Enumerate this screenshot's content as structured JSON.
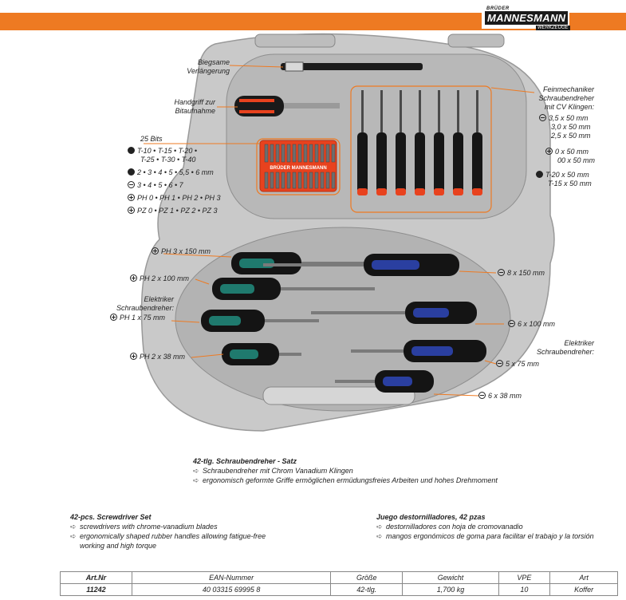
{
  "brand": {
    "small": "BRÜDER",
    "main": "MANNESMANN",
    "tag": "WERKZEUGE"
  },
  "tray_labels": {
    "bits_label": "BRÜDER MANNESMANN"
  },
  "callouts": {
    "biegsame": [
      "Biegsame",
      "Verlängerung"
    ],
    "handgriff": [
      "Handgriff zur",
      "Bitaufnahme"
    ],
    "bits_title": "25 Bits",
    "bits_torx": [
      "T-10 • T-15 • T-20 •",
      "T-25 • T-30 • T-40"
    ],
    "bits_hex": "2 • 3 • 4 • 5 • 5,5 • 6 mm",
    "bits_slot": "3  •  4  •  5  •  6  •  7",
    "bits_ph": "PH 0  •  PH 1  •  PH 2  •  PH 3",
    "bits_pz": "PZ 0  •  PZ 1  •  PZ 2  •  PZ 3",
    "feinmech": [
      "Feinmechaniker",
      "Schraubendreher",
      "mit CV Klingen:"
    ],
    "fm_slot": [
      "3,5 x 50 mm",
      "3,0 x 50 mm",
      "2,5 x 50 mm"
    ],
    "fm_ph": [
      "0 x 50 mm",
      "00 x 50 mm"
    ],
    "fm_torx": [
      "T-20 x 50 mm",
      "T-15 x 50 mm"
    ],
    "ph3": "PH 3 x 150 mm",
    "ph2_100": "PH 2 x 100 mm",
    "elektriker_left": [
      "Elektriker",
      "Schraubendreher:"
    ],
    "ph1": "PH 1 x 75 mm",
    "ph2_38": "PH 2 x 38 mm",
    "s8": "8 x 150 mm",
    "s6_100": "6 x 100 mm",
    "elektriker_right": [
      "Elektriker",
      "Schraubendreher:"
    ],
    "s5": "5 x 75 mm",
    "s6_38": "6 x 38 mm"
  },
  "german": {
    "title": "42-tlg. Schraubendreher - Satz",
    "bullets": [
      "Schraubendreher mit Chrom Vanadium Klingen",
      "ergonomisch geformte Griffe ermöglichen ermüdungsfreies Arbeiten und hohes Drehmoment"
    ]
  },
  "english": {
    "title": "42-pcs. Screwdriver Set",
    "bullets": [
      "screwdrivers with chrome-vanadium blades",
      "ergonomically shaped rubber handles allowing fatigue-free",
      "working and high torque"
    ]
  },
  "spanish": {
    "title": "Juego destornilladores, 42 pzas",
    "bullets": [
      "destornilladores con hoja de cromovanadio",
      "mangos ergonómicos de goma para  facilitar el trabajo y la torsión"
    ]
  },
  "table": {
    "headers": [
      "Art.Nr",
      "EAN-Nummer",
      "Größe",
      "Gewicht",
      "VPE",
      "Art"
    ],
    "row": [
      "11242",
      "40 03315 69995 8",
      "42-tlg.",
      "1,700 kg",
      "10",
      "Koffer"
    ]
  },
  "colors": {
    "accent": "#ee7a22",
    "case": "#c9c9c9",
    "case_dark": "#a9a9a9",
    "blue": "#2a3fa0",
    "green": "#1f7a6e",
    "red": "#e8421e"
  }
}
